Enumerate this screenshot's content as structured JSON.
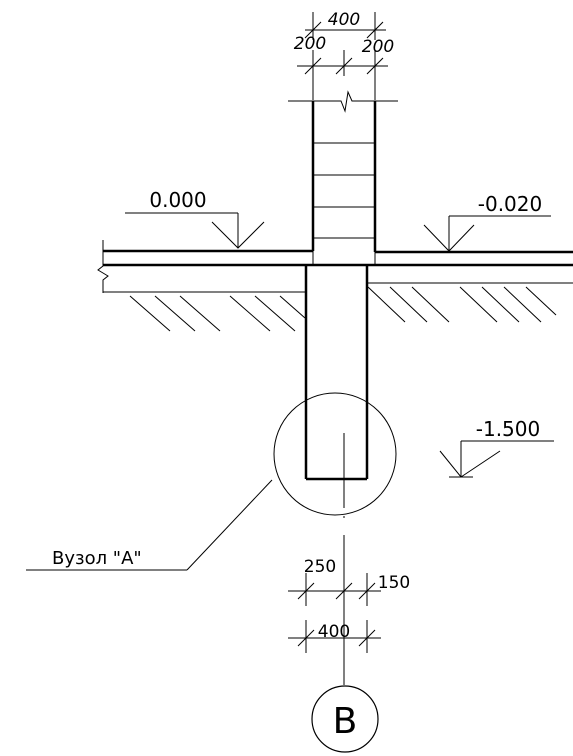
{
  "dimensions": {
    "top_total": "400",
    "top_left": "200",
    "top_right": "200",
    "bottom_left": "250",
    "bottom_right": "150",
    "bottom_total": "400"
  },
  "levels": {
    "left_floor": "0.000",
    "right_ground": "-0.020",
    "footing_bottom": "-1.500"
  },
  "callout": {
    "label": "Вузол \"А\""
  },
  "axis": {
    "label": "В"
  }
}
